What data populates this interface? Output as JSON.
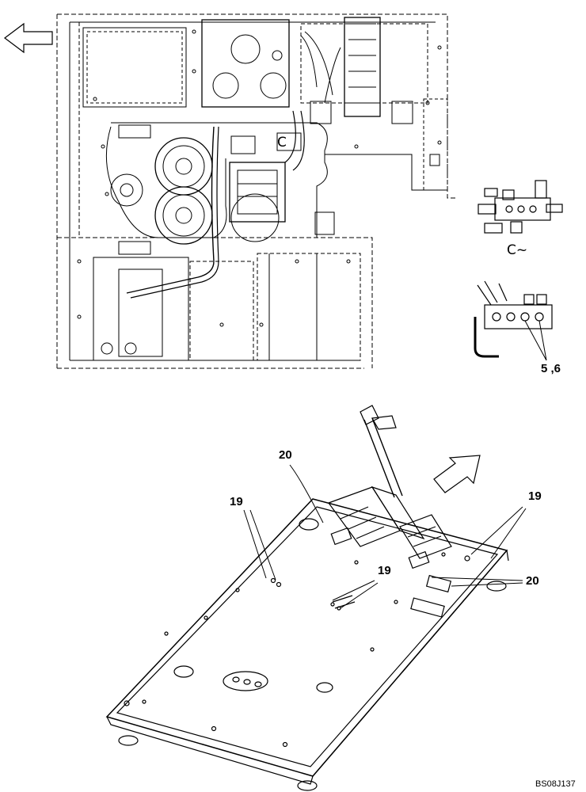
{
  "labels": {
    "callout_19_left": "19",
    "callout_20_top": "20",
    "callout_19_right": "19",
    "callout_19_mid": "19",
    "callout_20_right": "20",
    "callout_5_6": "5 ,6",
    "detail_c": "C~",
    "main_c": "C"
  },
  "figure_code": "BS08J137"
}
